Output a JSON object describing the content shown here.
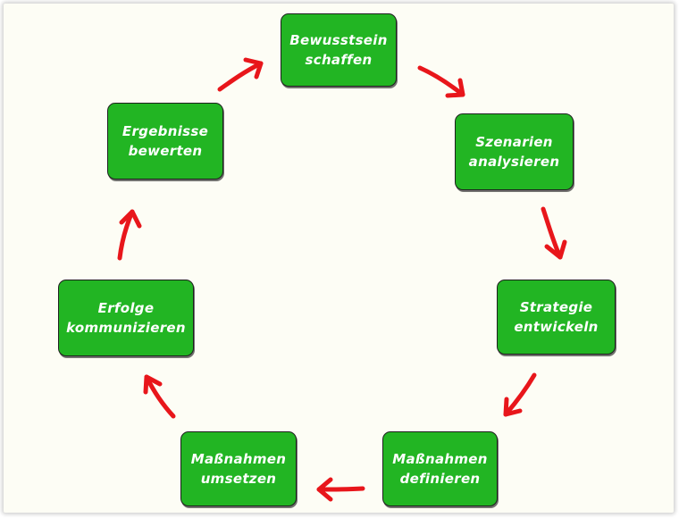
{
  "diagram": {
    "type": "cycle",
    "nodes": [
      {
        "id": "n1",
        "lines": [
          "Bewusstsein",
          "schaffen"
        ]
      },
      {
        "id": "n2",
        "lines": [
          "Szenarien",
          "analysieren"
        ]
      },
      {
        "id": "n3",
        "lines": [
          "Strategie",
          "entwickeln"
        ]
      },
      {
        "id": "n4",
        "lines": [
          "Maßnahmen",
          "definieren"
        ]
      },
      {
        "id": "n5",
        "lines": [
          "Maßnahmen",
          "umsetzen"
        ]
      },
      {
        "id": "n6",
        "lines": [
          "Erfolge",
          "kommunizieren"
        ]
      },
      {
        "id": "n7",
        "lines": [
          "Ergebnisse",
          "bewerten"
        ]
      }
    ],
    "edges": [
      {
        "from": "n1",
        "to": "n2"
      },
      {
        "from": "n2",
        "to": "n3"
      },
      {
        "from": "n3",
        "to": "n4"
      },
      {
        "from": "n4",
        "to": "n5"
      },
      {
        "from": "n5",
        "to": "n6"
      },
      {
        "from": "n6",
        "to": "n7"
      },
      {
        "from": "n7",
        "to": "n1"
      }
    ],
    "colors": {
      "node_fill": "#22b523",
      "node_text": "#ffffff",
      "node_border": "#1f1f1f",
      "arrow": "#e8161b",
      "background": "#fdfdf5"
    }
  }
}
